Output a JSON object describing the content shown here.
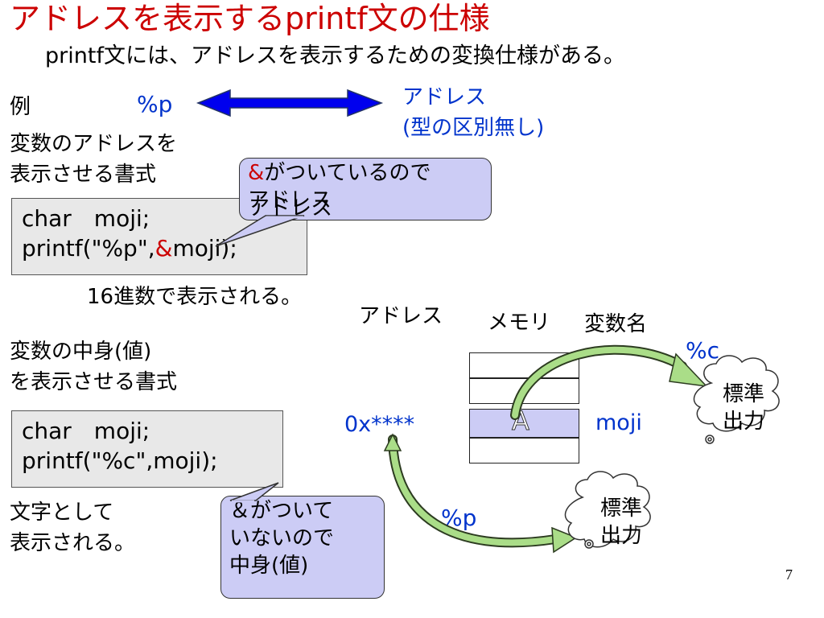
{
  "slide": {
    "title": "アドレスを表示するprintf文の仕様",
    "subtitle": "printf文には、アドレスを表示するための変換仕様がある。",
    "example_label": "例",
    "example_format": "%p",
    "example_address_line1": "アドレス",
    "example_address_line2": "(型の区別無し)",
    "section1_line1": "変数のアドレスを",
    "section1_line2": "表示させる書式",
    "code1_line1": "char　moji;",
    "code1_line2_prefix": "printf(\"%p\",",
    "code1_line2_amp": "&",
    "code1_line2_suffix": "moji);",
    "callout1_amp": "&",
    "callout1_line1_rest": "がついているので",
    "callout1_line2": "アドレス",
    "hex_note": "16進数で表示される。",
    "col_address": "アドレス",
    "col_memory": "メモリ",
    "col_varname": "変数名",
    "format_c": "%c",
    "address_value": "0x****",
    "memory_char": "A",
    "var_name": "moji",
    "format_p": "%p",
    "stdout_line1": "標準",
    "stdout_line2": "出力",
    "section2_line1": "変数の中身(値)",
    "section2_line2": "を表示させる書式",
    "code2_line1": "char　moji;",
    "code2_line2": "printf(\"%c\",moji);",
    "section3_line1": "文字として",
    "section3_line2": "表示される。",
    "callout2_line1": "＆がついて",
    "callout2_line2": "いないので",
    "callout2_line3": "中身(値)",
    "page_number": "7",
    "colors": {
      "title": "#cc0000",
      "accent_blue": "#0033cc",
      "callout_fill": "#ccccf5",
      "memory_highlight": "#ccccf5",
      "arrow_green": "#aadd88"
    }
  }
}
